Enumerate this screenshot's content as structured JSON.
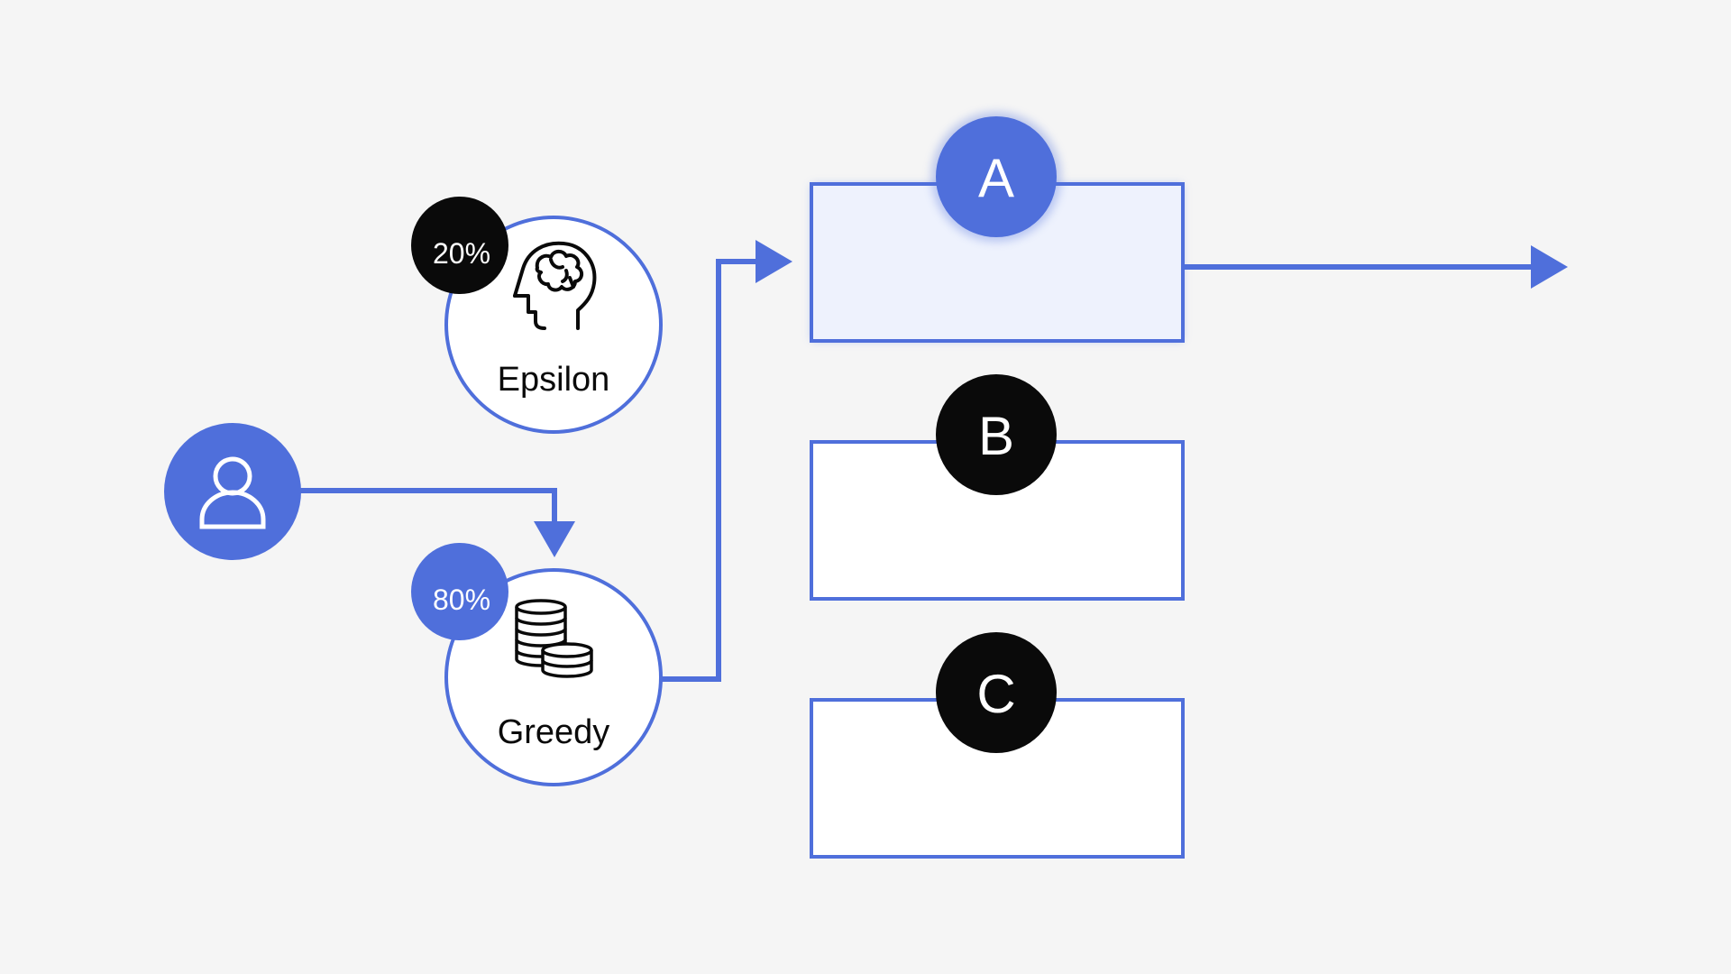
{
  "colors": {
    "background": "#f5f5f5",
    "accent": "#4f6fdb",
    "dark": "#0a0a0a",
    "highlight_fill": "#eef2fd",
    "white": "#ffffff"
  },
  "user": {
    "icon": "user-icon"
  },
  "strategies": {
    "epsilon": {
      "label": "Epsilon",
      "percent": "20%",
      "icon": "brain-head-icon"
    },
    "greedy": {
      "label": "Greedy",
      "percent": "80%",
      "icon": "coin-stack-icon"
    }
  },
  "options": [
    {
      "letter": "A",
      "highlighted": true
    },
    {
      "letter": "B",
      "highlighted": false
    },
    {
      "letter": "C",
      "highlighted": false
    }
  ]
}
